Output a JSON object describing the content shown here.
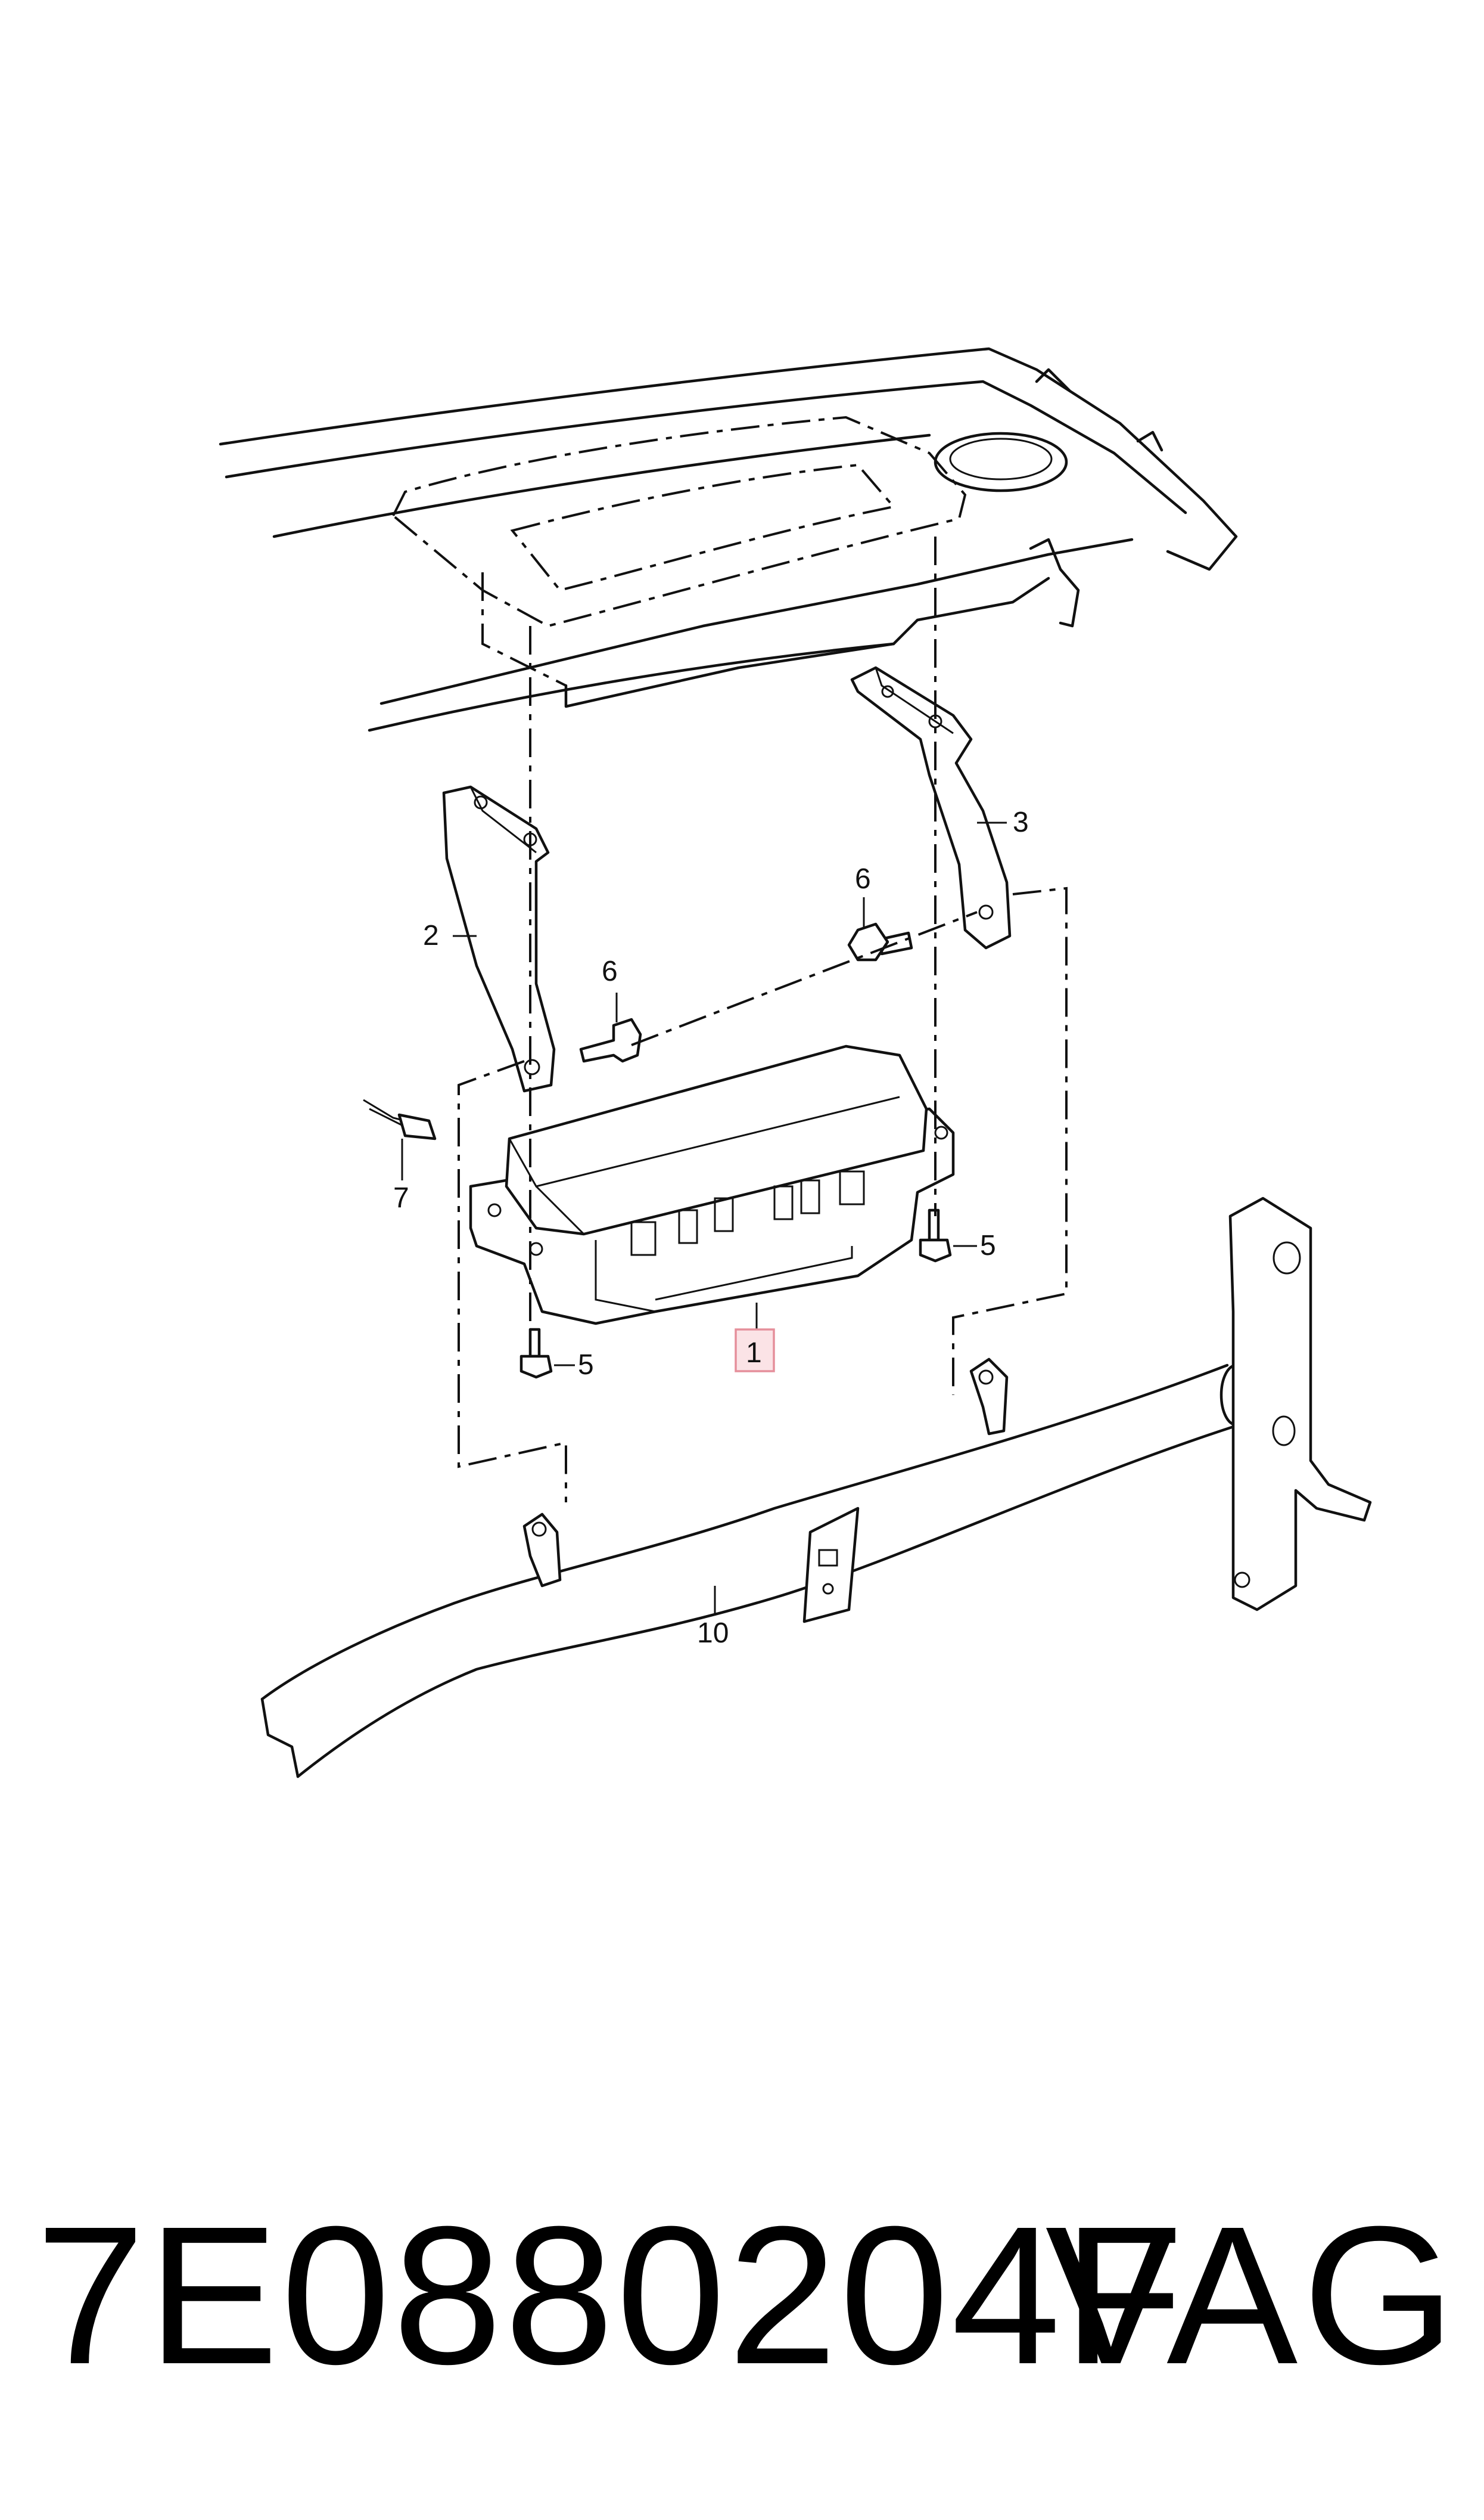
{
  "callouts": {
    "c1": "1",
    "c2": "2",
    "c3": "3",
    "c5a": "5",
    "c5b": "5",
    "c6a": "6",
    "c6b": "6",
    "c7": "7",
    "c10": "10"
  },
  "footer": {
    "part_number": "7E0880204F",
    "brand": "VAG"
  }
}
